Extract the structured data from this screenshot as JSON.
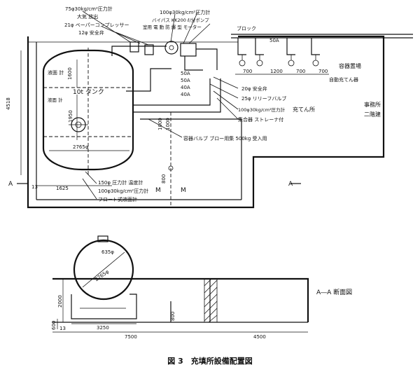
{
  "caption": "図 3　充填所設備配置図",
  "plan_labels": {
    "relief_valve_75": "75φ30kg/cm²圧力計",
    "open_air": "大気 放出",
    "piping_21": "21φ ベーパーコンプレッサー",
    "safety_valve_12": "12φ 安全弁",
    "pressure_100": "100φ30kg/cm²圧力計",
    "bypass": "バイパス KK200 ℓ/分ポンプ",
    "motor": "室用 電 動 防 爆 型 モーター",
    "block": "ブロック",
    "pipe_50a_top": "50A",
    "filling_stand": "容器置場",
    "auto_filler": "自動充てん器",
    "level_gauge_top": "液面 計",
    "level_gauge_mid": "液面 計",
    "tank": "10t タンク",
    "size_50a_1": "50A",
    "size_50a_2": "50A",
    "size_40a_1": "40A",
    "size_40a_2": "40A",
    "safety_valve_20": "20φ 安全弁",
    "relief_25": "25φ リリーフバルブ",
    "pressure_100_b": "100φ30kg/cm²圧力計",
    "strainer": "集合器 ストレーナ付",
    "filling_house": "充てん所",
    "office": "事務所",
    "office_floor": "二階建",
    "container_valve": "容器バルブ ブロー用集 500kg 受入用",
    "thermometer": "150φ 圧力計 温度計",
    "pressure_gauge_150": "100φ30kg/cm²圧力計",
    "float_gauge": "フロート式液面計",
    "section_mark_left": "A",
    "section_mark_right": "A",
    "m_left": "M",
    "m_right": "M"
  },
  "plan_dimensions": {
    "d700a": "700",
    "d1200": "1200",
    "d700b": "700",
    "d700c": "700",
    "d4518": "4518",
    "d1600": "1600",
    "d1950": "1950",
    "d2765": "2765φ",
    "d13": "13",
    "d1625": "1625",
    "d800": "800",
    "d1000": "1000",
    "d1000b": "1000"
  },
  "section_labels": {
    "title": "A―A 断面図",
    "d635": "635φ",
    "d2765": "2765φ",
    "d2000": "2000",
    "d600": "600",
    "d13": "13",
    "d3250": "3250",
    "d7500": "7500",
    "d4500": "4500",
    "d800": "800"
  }
}
